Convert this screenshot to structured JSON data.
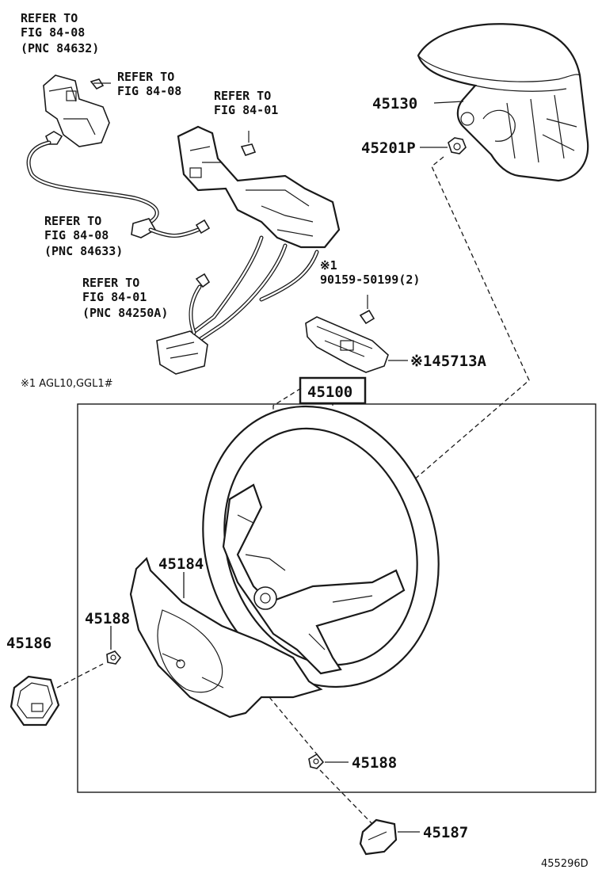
{
  "labels": {
    "ref_top_left_1": "REFER TO",
    "ref_top_left_2": "FIG 84-08",
    "ref_top_left_3": "(PNC 84632)",
    "ref_screw_1": "REFER TO",
    "ref_screw_2": "FIG 84-08",
    "ref_center_1": "REFER TO",
    "ref_center_2": "FIG 84-01",
    "ref_mid_left_1": "REFER TO",
    "ref_mid_left_2": "FIG 84-08",
    "ref_mid_left_3": "(PNC 84633)",
    "ref_low_left_1": "REFER TO",
    "ref_low_left_2": "FIG 84-01",
    "ref_low_left_3": "(PNC 84250A)",
    "note_mark": "※1",
    "bolt_part": "90159-50199(2)",
    "footnote": "※1 AGL10,GGL1#",
    "drawing_id": "455296D"
  },
  "parts": {
    "p45130": "45130",
    "p45201p": "45201P",
    "p45713a": "※145713A",
    "p45100": "45100",
    "p45184": "45184",
    "p45188a": "45188",
    "p45186": "45186",
    "p45188b": "45188",
    "p45187": "45187"
  }
}
